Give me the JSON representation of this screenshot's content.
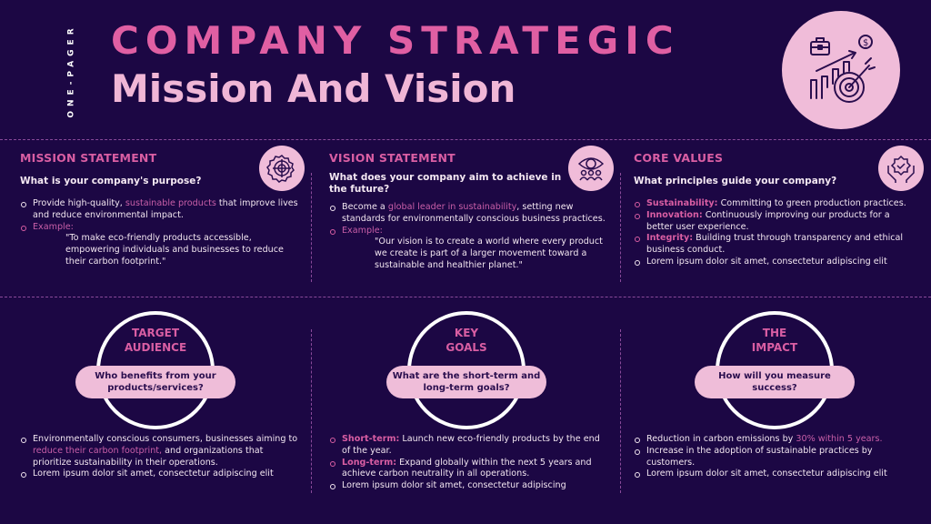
{
  "header": {
    "vertical_label": "ONE-PAGER",
    "title_line1": "COMPANY STRATEGIC",
    "title_line2": "Mission And Vision",
    "hero_icon": "business-growth-target-icon"
  },
  "colors": {
    "background": "#1c0744",
    "accent_pink": "#d95ea3",
    "light_pink": "#f0bcd9",
    "text": "#f2e6f0"
  },
  "mission": {
    "title": "MISSION STATEMENT",
    "question": "What is your company's purpose?",
    "icon": "gear-target-icon",
    "bullet1_pre": "Provide high-quality, ",
    "bullet1_hl": "sustainable products",
    "bullet1_post": " that improve lives and reduce environmental impact.",
    "example_label": "Example:",
    "example_quote": "\"To make eco-friendly products accessible, empowering individuals and businesses to reduce their carbon footprint.\""
  },
  "vision": {
    "title": "VISION STATEMENT",
    "question": "What does your company aim to achieve in the future?",
    "icon": "eye-people-icon",
    "bullet1_pre": "Become a ",
    "bullet1_hl": "global leader in sustainability",
    "bullet1_post": ", setting new standards for environmentally conscious business practices.",
    "example_label": "Example:",
    "example_quote": "\"Our vision is to create a world where every product we create is part of a larger movement toward a sustainable and healthier planet.\""
  },
  "core_values": {
    "title": "CORE VALUES",
    "question": "What principles guide your company?",
    "icon": "hands-badge-icon",
    "items": [
      {
        "label": "Sustainability:",
        "text": " Committing to green production practices."
      },
      {
        "label": "Innovation:",
        "text": " Continuously improving our products for a better user experience."
      },
      {
        "label": "Integrity:",
        "text": " Building trust through transparency and ethical business conduct."
      }
    ],
    "lorem": "Lorem ipsum dolor sit amet, consectetur adipiscing elit"
  },
  "target_audience": {
    "title_line1": "TARGET",
    "title_line2": "AUDIENCE",
    "question": "Who benefits from your products/services?",
    "bullet1_pre": "Environmentally conscious consumers, businesses aiming to ",
    "bullet1_hl": "reduce their carbon footprint,",
    "bullet1_post": " and organizations that prioritize sustainability in their operations.",
    "lorem": "Lorem ipsum dolor sit amet, consectetur adipiscing elit"
  },
  "key_goals": {
    "title_line1": "KEY",
    "title_line2": "GOALS",
    "question": "What are the short-term and long-term goals?",
    "items": [
      {
        "label": "Short-term:",
        "text": " Launch new eco-friendly products by the end of the year."
      },
      {
        "label": "Long-term:",
        "text": " Expand globally within the next 5 years and achieve carbon neutrality in all operations."
      }
    ],
    "lorem": "Lorem ipsum dolor sit amet, consectetur adipiscing"
  },
  "impact": {
    "title_line1": "THE",
    "title_line2": "IMPACT",
    "question": "How will you measure success?",
    "bullet1_pre": "Reduction in carbon emissions by ",
    "bullet1_hl": "30% within 5 years.",
    "bullet2": "Increase in the adoption of sustainable practices by customers.",
    "lorem": "Lorem ipsum dolor sit amet, consectetur adipiscing elit"
  }
}
